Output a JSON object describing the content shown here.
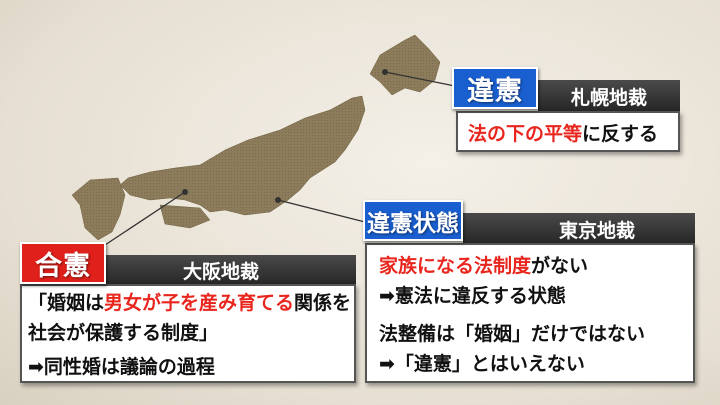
{
  "sapporo": {
    "badge": "違憲",
    "court": "札幌地裁",
    "text_red": "法の下の平等",
    "text_rest": "に反する",
    "badge_color": "#1a5fd0"
  },
  "tokyo": {
    "badge": "違憲状態",
    "court": "東京地裁",
    "line1_red": "家族になる法制度",
    "line1_rest": "がない",
    "line2": "➡憲法に違反する状態",
    "line3": "法整備は「婚姻」だけではない",
    "line4": "➡「違憲」とはいえない",
    "badge_color": "#1a5fd0"
  },
  "osaka": {
    "badge": "合憲",
    "court": "大阪地裁",
    "line1_a": "「婚姻は",
    "line1_red": "男女が子を産み育てる",
    "line1_b": "関係を",
    "line2": " 社会が保護する制度」",
    "line3": "➡同性婚は議論の過程",
    "badge_color": "#e0201a"
  },
  "colors": {
    "map": "#8c7c5c",
    "accent_red": "#e8261e"
  }
}
